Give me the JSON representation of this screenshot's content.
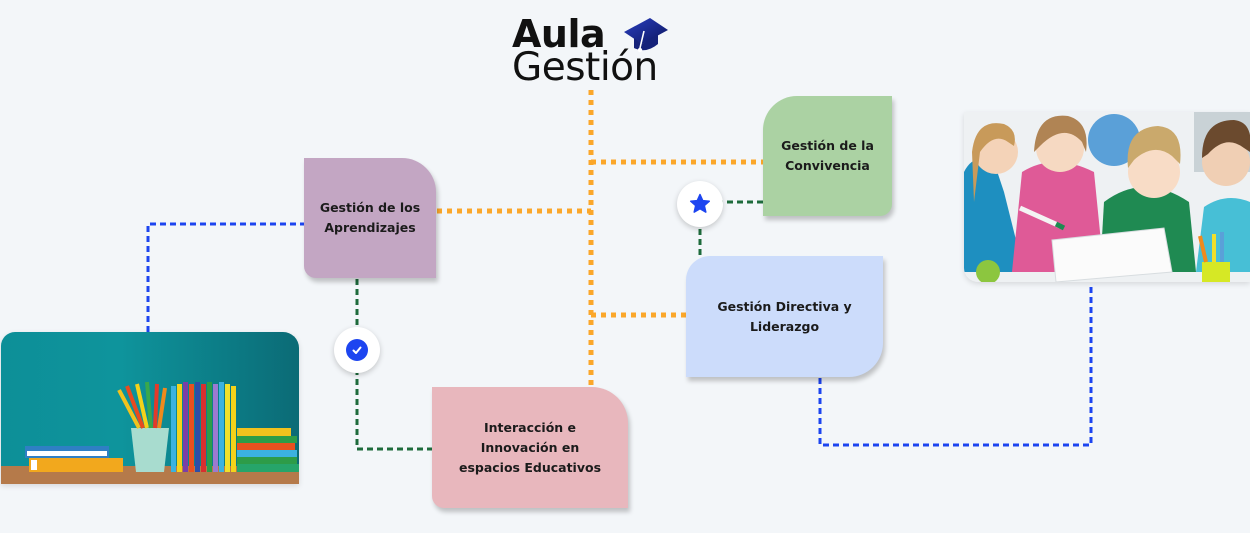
{
  "logo": {
    "line1": "Aula",
    "line2": "Gestión",
    "icon": "graduation-cap-icon"
  },
  "nodes": {
    "aprendizajes": {
      "label": "Gestión de los Aprendizajes",
      "color": "#c3a6c3"
    },
    "convivencia": {
      "label": "Gestión de la Convivencia",
      "color": "#abd2a3"
    },
    "directiva": {
      "label": "Gestión Directiva y Liderazgo",
      "color": "#ccdcfb"
    },
    "interaccion": {
      "label": "Interacción e Innovación en espacios Educativos",
      "color": "#e8b7bd"
    }
  },
  "badges": {
    "check": {
      "icon": "check-circle-icon",
      "color": "#1d45f0"
    },
    "star": {
      "icon": "star-icon",
      "color": "#1d45f0"
    }
  },
  "images": {
    "pencils": "pencils-and-books-photo",
    "kids": "children-with-tablet-photo"
  },
  "connector_colors": {
    "orange": "#fba72a",
    "blue": "#1d45f0",
    "green": "#1e6b3c"
  }
}
